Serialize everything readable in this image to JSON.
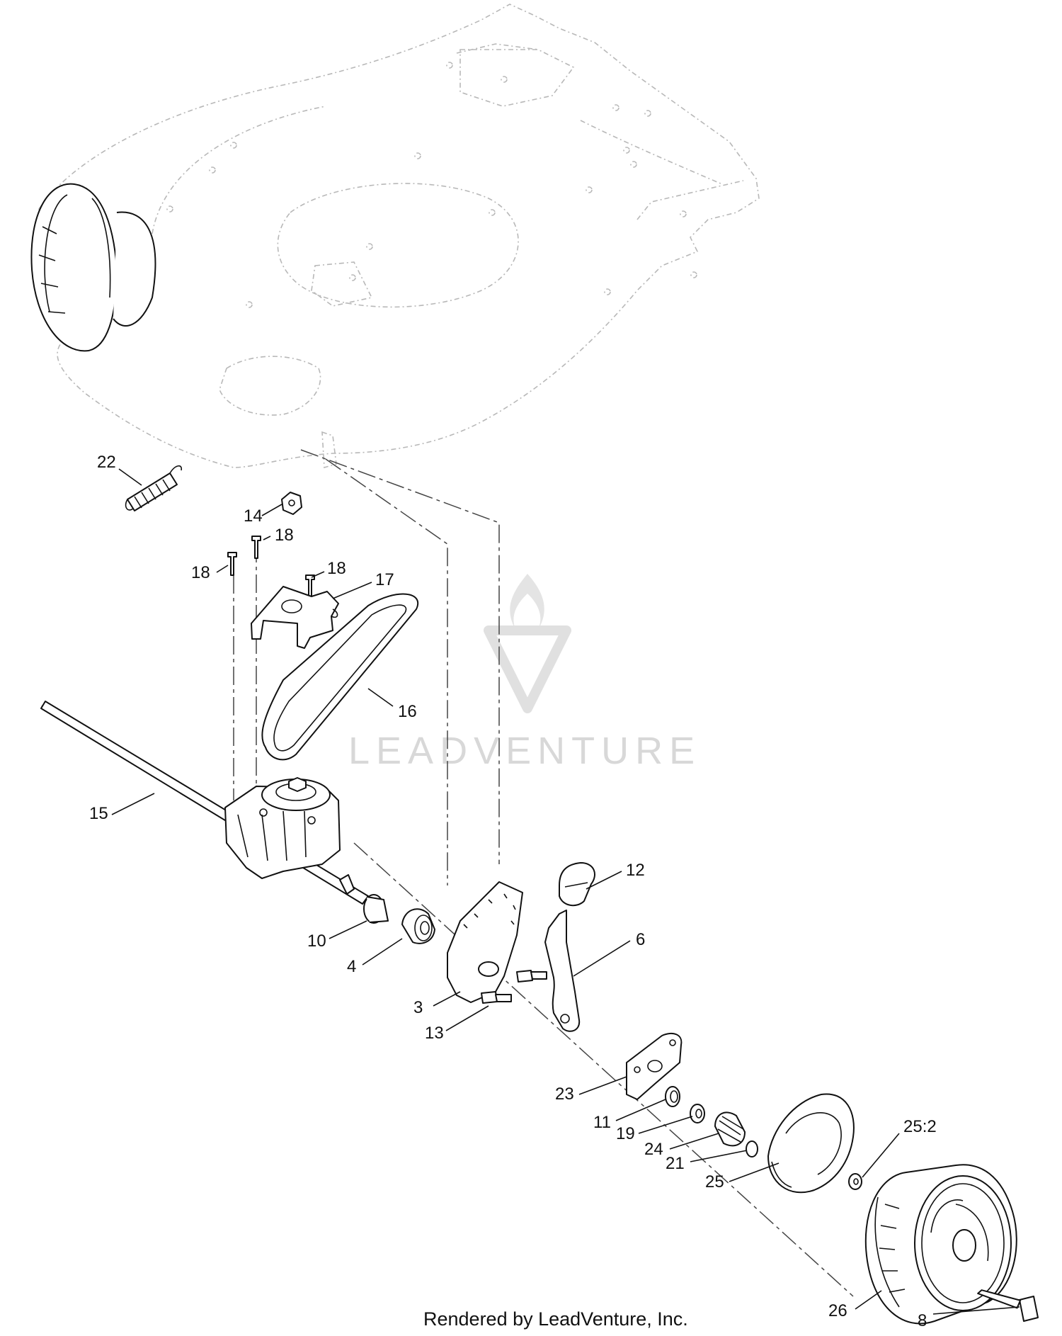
{
  "diagram": {
    "callouts": [
      {
        "id": "c22",
        "label": "22"
      },
      {
        "id": "c14",
        "label": "14"
      },
      {
        "id": "c18a",
        "label": "18"
      },
      {
        "id": "c18b",
        "label": "18"
      },
      {
        "id": "c18c",
        "label": "18"
      },
      {
        "id": "c17",
        "label": "17"
      },
      {
        "id": "c16",
        "label": "16"
      },
      {
        "id": "c15",
        "label": "15"
      },
      {
        "id": "c12",
        "label": "12"
      },
      {
        "id": "c6",
        "label": "6"
      },
      {
        "id": "c10",
        "label": "10"
      },
      {
        "id": "c4",
        "label": "4"
      },
      {
        "id": "c3",
        "label": "3"
      },
      {
        "id": "c13",
        "label": "13"
      },
      {
        "id": "c23",
        "label": "23"
      },
      {
        "id": "c25_2",
        "label": "25:2"
      },
      {
        "id": "c11",
        "label": "11"
      },
      {
        "id": "c19",
        "label": "19"
      },
      {
        "id": "c24",
        "label": "24"
      },
      {
        "id": "c21",
        "label": "21"
      },
      {
        "id": "c25",
        "label": "25"
      },
      {
        "id": "c26",
        "label": "26"
      },
      {
        "id": "c8",
        "label": "8"
      }
    ],
    "watermark": "LEADVENTURE",
    "footer": "Rendered by LeadVenture, Inc."
  },
  "colors": {
    "ink": "#111111",
    "ghost_outline": "#b8b8b8",
    "watermark": "#d8d8d8",
    "background": "#ffffff"
  }
}
